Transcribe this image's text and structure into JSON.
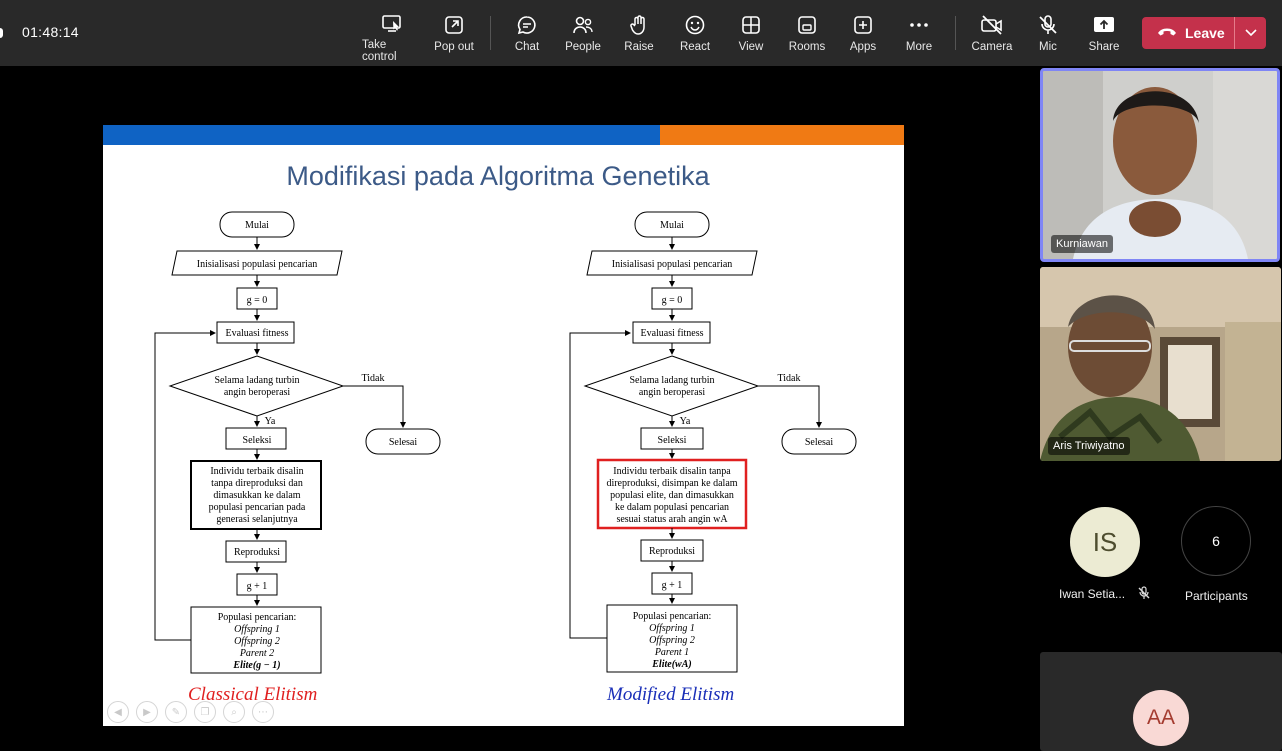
{
  "meeting": {
    "timer": "01:48:14"
  },
  "toolbar": {
    "take_control": "Take control",
    "pop_out": "Pop out",
    "chat": "Chat",
    "people": "People",
    "raise": "Raise",
    "react": "React",
    "view": "View",
    "rooms": "Rooms",
    "apps": "Apps",
    "more": "More",
    "camera": "Camera",
    "mic": "Mic",
    "share": "Share",
    "leave": "Leave"
  },
  "slide": {
    "title": "Modifikasi pada Algoritma Genetika",
    "left_caption": "Classical Elitism",
    "right_caption": "Modified Elitism",
    "flow": {
      "start": "Mulai",
      "init": "Inisialisasi populasi pencarian",
      "g0": "g = 0",
      "eval": "Evaluasi fitness",
      "cond_line1": "Selama ladang turbin",
      "cond_line2": "angin beroperasi",
      "no": "Tidak",
      "yes": "Ya",
      "end": "Selesai",
      "select": "Seleksi",
      "reproduce": "Reproduksi",
      "g_inc": "g + 1",
      "classic_elite": [
        "Individu terbaik disalin",
        "tanpa direproduksi dan",
        "dimasukkan ke dalam",
        "populasi pencarian pada",
        "generasi selanjutnya"
      ],
      "modified_elite": [
        "Individu terbaik disalin tanpa",
        "direproduksi, disimpan ke dalam",
        "populasi elite, dan dimasukkan",
        "ke dalam populasi pencarian",
        "sesuai status arah angin wA"
      ],
      "pop_title": "Populasi pencarian:",
      "classic_pop": [
        "Offspring 1",
        "Offspring 2",
        "Parent 2",
        "Elite(g − 1)"
      ],
      "modified_pop": [
        "Offspring 1",
        "Offspring 2",
        "Parent 1",
        "Elite(wA)"
      ]
    }
  },
  "participants": {
    "tile1_name": "Kurniawan",
    "tile2_name": "Aris Triwiyatno",
    "iwan_initials": "IS",
    "iwan_name": "Iwan Setia...",
    "count": "6",
    "count_label": "Participants",
    "aa_initials": "AA"
  },
  "colors": {
    "leave": "#c4314b",
    "active_speaker": "#7f85f5",
    "slide_blue": "#0f63c4",
    "slide_orange": "#f07a14",
    "title_blue": "#3c5a87"
  }
}
